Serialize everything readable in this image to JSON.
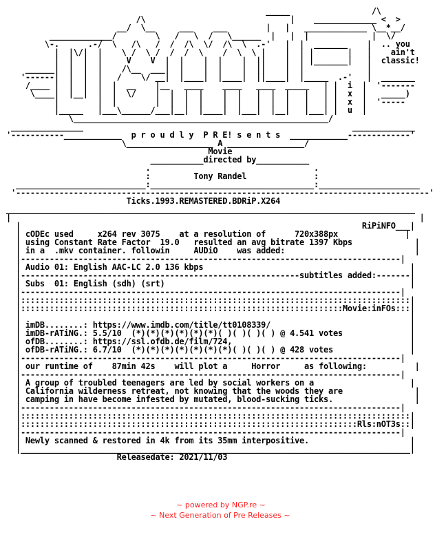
{
  "nfo": {
    "art_lines": [
      "                                                       _____                 /\\",
      "                            /\\                              |    _____________ <  >",
      "                        __/  \\__     ___    ___        |   |   _____________ \\__*__/",
      "          _____________/        \\   /   \\  /   \\______  |   |  |             |  \\/",
      "         \\-.      .-/  \\   /\\   /  /  /\\  \\/  /\\  \\  .-'   |  |  _______    |  .. you",
      "           |  |\\/|  |    \\ /  \\ /  /  /  \\    /  \\  \\ |    |  | |       |   |    ain't",
      "           |  |  |  |     V    V  |  |    |  |    |  ||    |  | |_______|   |  classic!",
      "     ______|  |  |  |    /\\__  ___|  |    |  |    |  ||    |  |             |",
      "    '------|  |  |  |   /    \\/ __|  |____|  |____|  ||____|  |_____  .-'   |  _______",
      "     /____ |  |  |  |  |  __    |__   ____    ____   ____  _____   | |  i  |  '-------",
      "      \\____|  |__|  |  |  \\/    |  |  |  |    |  |   |  |  |   |   | |  x  |   _____)",
      "           |        |  |        |  |  |  |    |  |   |  |  |   |   | |  x  |  '-----",
      "           |_____   |___\\______/___|__|  |____|  |___|  |__|   |___| |  u  |",
      "              \\_____________________________________________________/",
      "  _______________                                                        _____________",
      " '-----------____________  p r o u d l y  P R E! s e n t s  ____________-------------'",
      "                         \\__________________ A ________________/",
      "                                           Movie",
      "                               ___________directed by___________",
      "                              .                                  .",
      "                              :         Tony Randel              :",
      "   ___________________________:__________________________________:_____________________",
      "  '--------------------------------------------------------------------------------------'"
    ],
    "release_title": "                          Ticks.1993.REMASTERED.BDRiP.X264",
    "info_lines": [
      " _____________________________________________________________________________________",
      " |                                                                                     |",
      "   |                                                                       RiPiNFO___|",
      "   | cODEc used     x264 rev 3075    at a resolution of      720x388px              |",
      "   | using Constant Rate Factor  19.0   resulted an avg bitrate 1397 Kbps             |",
      "   | in a  .mkv container. followin     AUDiO    was added:                           |",
      "   |-------------------------------------------------------------------------------|",
      "   | Audio 01: English AAC-LC 2.0 136 kbps                                           |",
      "   |----------------------------------------------------------subtitles added:-------|",
      "   | Subs  01: English (sdh) (srt)                                                   |",
      "   |-------------------------------------------------------------------------------|",
      "   |:::::::::::::::::::::::::::::::::::::::::::::::::::::::::::::::::::::::::::::::::|",
      "   |:::::::::::::::::::::::::::::::::::::::::::::::::::::::::::::::::::Movie:inFOs:::|",
      "   |                                                                                 |",
      "   | imDB........: https://www.imdb.com/title/tt0108339/                             |",
      "   | imDB-rATiNG.: 5.5/10  (*)(*)(*)(*)(*)(*)( )( )( )( ) @ 4.541 votes              |",
      "   | ofDB........: https://ssl.ofdb.de/film/724,                                     |",
      "   | ofDB-rATiNG.: 6.7/10  (*)(*)(*)(*)(*)(*)(*)( )( )( ) @ 428 votes                |",
      "   |-------------------------------------------------------------------------------|",
      "   | our runtime of    87min 42s    will plot a     Horror     as following:          |",
      "   |-------------------------------------------------------------------------------|",
      "   | A group of troubled teenagers are led by social workers on a                    |",
      "   | California wilderness retreat, not knowing that the woods they are               |",
      "   | camping in have become infested by mutated, blood-sucking ticks.                 |",
      "   |-------------------------------------------------------------------------------|",
      "   |:::::::::::::::::::::::::::::::::::::::::::::::::::::::::::::::::::::::::::::::::|",
      "   |::::::::::::::::::::::::::::::::::::::::::::::::::::::::::::::::::::::Rls:nOT3s::|",
      "   |-------------------------------------------------------------------------------|",
      "   | Newly scanned & restored in 4k from its 35mm interpositive.                     |",
      "   |_________________________________________________________________________________|",
      "                        Releasedate: 2021/11/03"
    ]
  },
  "footer": {
    "line1": "~ powered by NGP.re ~",
    "line2": "~ Next Generation of Pre Releases ~"
  },
  "colors": {
    "text": "#000000",
    "footer": "#ff2020",
    "background": "#ffffff"
  }
}
